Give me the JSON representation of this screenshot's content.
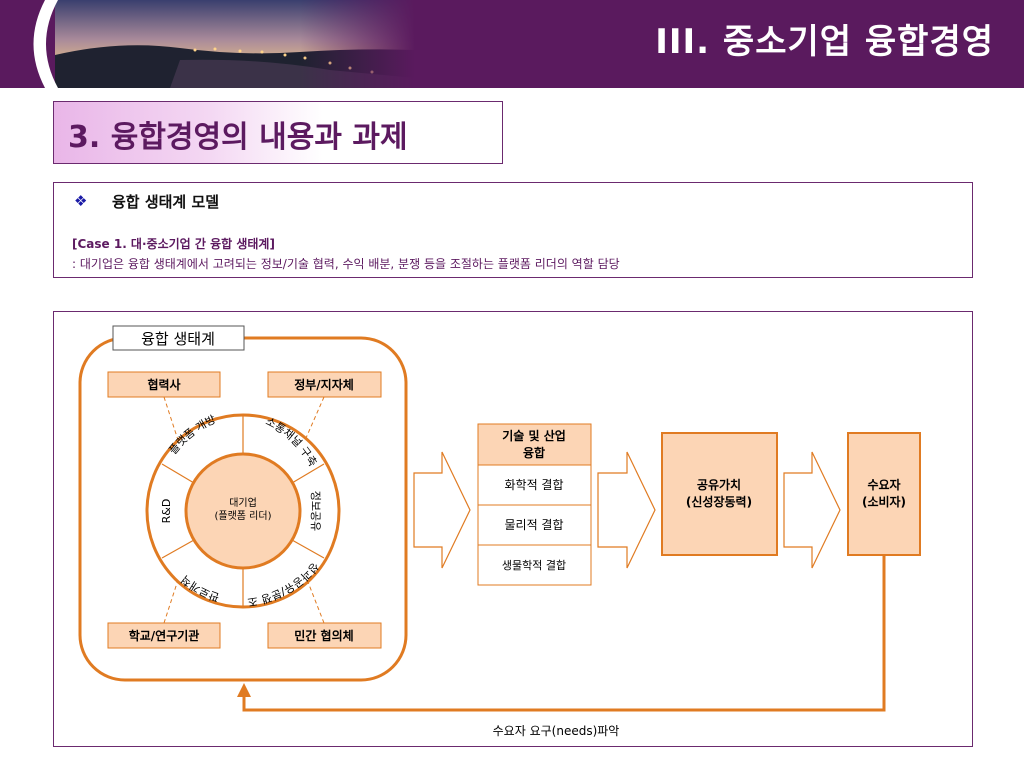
{
  "header": {
    "title": "III. 중소기업 융합경영"
  },
  "section": {
    "title": "3. 융합경영의 내용과 과제"
  },
  "info": {
    "bullet_symbol": "❖",
    "bullet_text": "융합 생태계 모델",
    "case_title": "[Case 1. 대·중소기업 간 융합 생태계]",
    "case_desc": ": 대기업은 융합 생태계에서 고려되는 정보/기술 협력, 수익 배분, 분쟁 등을 조절하는 플랫폼 리더의 역할 담당"
  },
  "diagram": {
    "ecosystem_label": "융합 생태계",
    "box_tl": "협력사",
    "box_tr": "정부/지자체",
    "box_bl": "학교/연구기관",
    "box_br": "민간 협의체",
    "center_line1": "대기업",
    "center_line2": "(플랫폼 리더)",
    "ring_platform": "플랫폼 개방",
    "ring_channel": "소통채널 구축",
    "ring_info": "정보공유",
    "ring_profit": "성과공유/분쟁 조정",
    "ring_market": "판로개척",
    "ring_rnd": "R&D",
    "tech_header_line1": "기술 및 산업",
    "tech_header_line2": "융합",
    "tech_items": [
      "화학적 결합",
      "물리적 결합",
      "생물학적 결합"
    ],
    "shared_value_line1": "공유가치",
    "shared_value_line2": "(신성장동력)",
    "consumer_line1": "수요자",
    "consumer_line2": "(소비자)",
    "needs_label": "수요자 요구(needs)파악"
  },
  "colors": {
    "header_purple": "#5a1a5e",
    "accent_orange": "#e07b22",
    "box_fill": "#fcd5b5",
    "title_purple": "#5c1a60"
  }
}
